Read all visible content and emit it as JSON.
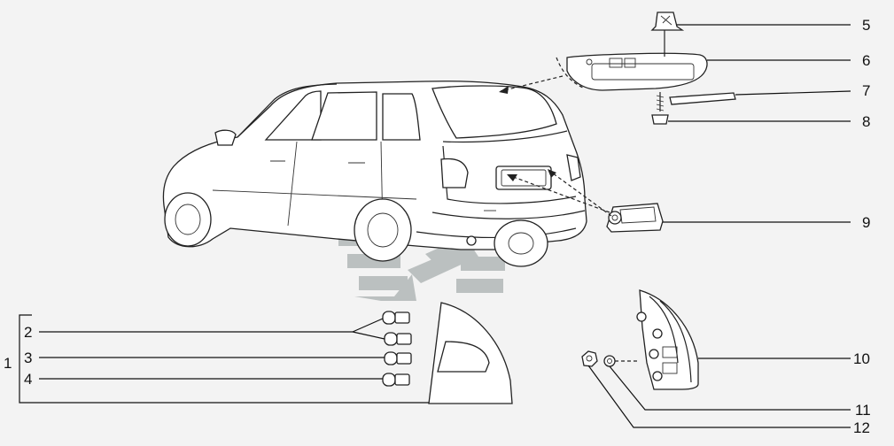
{
  "callouts": [
    {
      "id": "c1",
      "label": "1"
    },
    {
      "id": "c2",
      "label": "2"
    },
    {
      "id": "c3",
      "label": "3"
    },
    {
      "id": "c4",
      "label": "4"
    },
    {
      "id": "c5",
      "label": "5"
    },
    {
      "id": "c6",
      "label": "6"
    },
    {
      "id": "c7",
      "label": "7"
    },
    {
      "id": "c8",
      "label": "8"
    },
    {
      "id": "c9",
      "label": "9"
    },
    {
      "id": "c10",
      "label": "10"
    },
    {
      "id": "c11",
      "label": "11"
    },
    {
      "id": "c12",
      "label": "12"
    }
  ],
  "colors": {
    "background": "#f3f3f3",
    "line": "#222222",
    "watermark": "#a8b0b0"
  }
}
